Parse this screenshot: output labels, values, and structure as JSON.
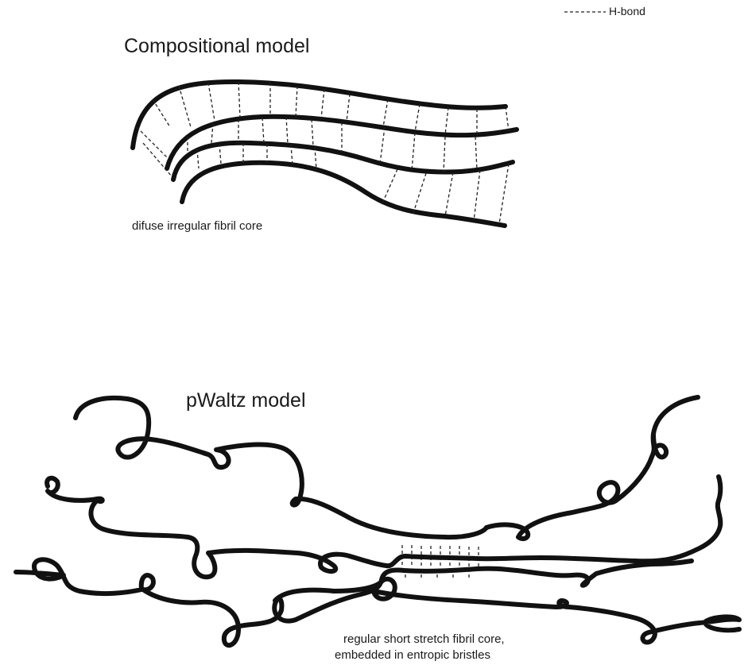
{
  "legend": {
    "hbond_label": "H-bond"
  },
  "compositional": {
    "title": "Compositional model",
    "caption": "difuse irregular fibril core"
  },
  "pwaltz": {
    "title": "pWaltz model",
    "caption_line1": "regular short stretch fibril core,",
    "caption_line2": "embedded in entropic bristles"
  },
  "colors": {
    "ink": "#111111",
    "background": "#ffffff"
  }
}
